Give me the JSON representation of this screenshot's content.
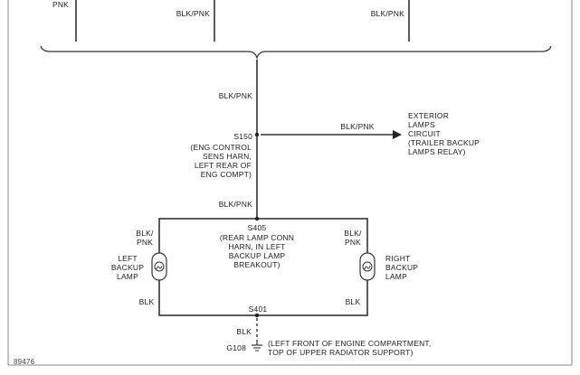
{
  "diagram": {
    "top_wires": {
      "left_partial_label": "PNK",
      "middle_label": "BLK/PNK",
      "right_label": "BLK/PNK"
    },
    "trunk_wire_label": "BLK/PNK",
    "splice_s150": {
      "id": "S150",
      "location": "(ENG CONTROL\nSENS HARN,\nLEFT REAR OF\nENG COMPT)"
    },
    "branch_wire_label": "BLK/PNK",
    "exterior_lamps_circuit": "EXTERIOR\nLAMPS\nCIRCUIT\n(TRAILER BACKUP\nLAMPS RELAY)",
    "lower_trunk_wire_label": "BLK/PNK",
    "splice_s405": {
      "id": "S405",
      "location": "(REAR LAMP CONN\nHARN, IN LEFT\nBACKUP LAMP\nBREAKOUT)"
    },
    "left_lamp": {
      "feed_wire": "BLK/\nPNK",
      "name": "LEFT\nBACKUP\nLAMP",
      "ground_wire": "BLK"
    },
    "right_lamp": {
      "feed_wire": "BLK/\nPNK",
      "name": "RIGHT\nBACKUP\nLAMP",
      "ground_wire": "BLK"
    },
    "splice_s401": {
      "id": "S401"
    },
    "ground_wire_label": "BLK",
    "ground_g108": {
      "id": "G108",
      "location": "(LEFT FRONT OF ENGINE COMPARTMENT,\nTOP OF UPPER RADIATOR SUPPORT)"
    },
    "figure_number": "89476",
    "colors": {
      "line": "#333333",
      "text": "#222222",
      "border": "#888888"
    }
  }
}
